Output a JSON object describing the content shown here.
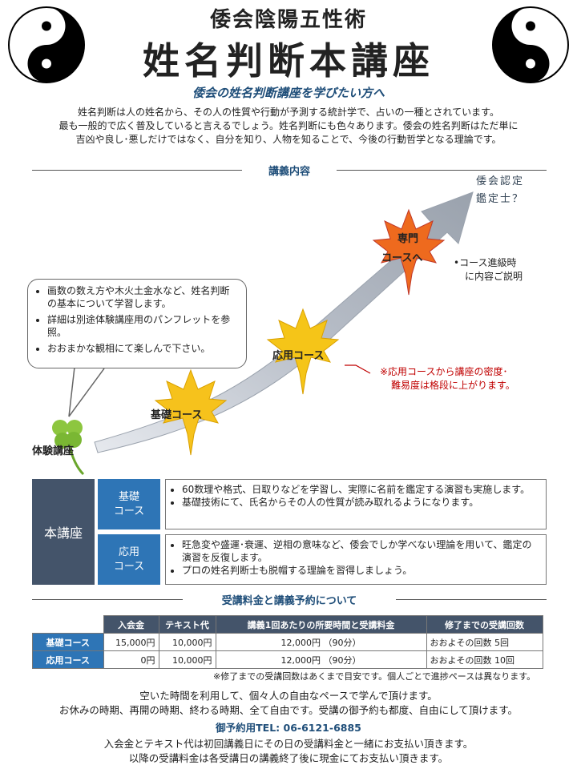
{
  "header": {
    "title_top": "倭会陰陽五性術",
    "title_main": "姓名判断本講座",
    "subtitle": "倭会の姓名判断講座を学びたい方へ"
  },
  "intro": [
    "姓名判断は人の姓名から、その人の性質や行動が予測する統計学で、占いの一種とされています。",
    "最も一般的で広く普及していると言えるでしょう。姓名判断にも色々あります。倭会の姓名判断はただ単に",
    "吉凶や良し･悪しだけではなく、自分を知り、人物を知ることで、今後の行動哲学となる理論です。"
  ],
  "section_content": "講義内容",
  "goal": [
    "倭会認定",
    "鑑定士？"
  ],
  "bubble": [
    "画数の数え方や木火土金水など、姓名判断の基本について学習します。",
    "詳細は別途体験講座用のパンフレットを参照。",
    "おおまかな観相にて楽しんで下さい。"
  ],
  "steps": {
    "trial": "体験講座",
    "basic": "基礎コース",
    "applied": "応用コース",
    "expert_line1": "専門",
    "expert_line2": "コースへ"
  },
  "side_note": [
    "•コース進級時",
    "に内容ご説明"
  ],
  "red_note": [
    "※応用コースから講座の密度･",
    "難易度は格段に上がります。"
  ],
  "courses": {
    "main_label": "本講座",
    "basic_tag": [
      "基礎",
      "コース"
    ],
    "applied_tag": [
      "応用",
      "コース"
    ],
    "basic_items": [
      "60数理や格式、日取りなどを学習し、実際に名前を鑑定する演習も実施します。",
      "基礎技術にて、氏名からその人の性質が読み取れるようになります。"
    ],
    "applied_items": [
      "旺急変や盛運･衰運、逆相の意味など、倭会でしか学べない理論を用いて、鑑定の演習を反復します。",
      "プロの姓名判断士も脱帽する理論を習得しましょう。"
    ]
  },
  "section_fee": "受講料金と講義予約について",
  "fee_table": {
    "headers": [
      "入会金",
      "テキスト代",
      "講義1回あたりの所要時間と受講料金",
      "修了までの受講回数"
    ],
    "rows": [
      {
        "name": "基礎コース",
        "cells": [
          "15,000円",
          "10,000円",
          "12,000円 （90分）",
          "おおよその回数 5回"
        ]
      },
      {
        "name": "応用コース",
        "cells": [
          "0円",
          "10,000円",
          "12,000円 （90分）",
          "おおよその回数 10回"
        ]
      }
    ]
  },
  "table_note": "※修了までの受講回数はあくまで目安です。個人ごとで進捗ペースは異なります。",
  "footer": {
    "line1": "空いた時間を利用して、個々人の自由なペースで学んで頂けます。",
    "line2": "お休みの時期、再開の時期、終わる時期、全て自由です。受講の御予約も都度、自由にして頂けます。",
    "tel": "御予約用TEL: 06-6121-6885",
    "line3": "入会金とテキスト代は初回講義日にその日の受講料金と一緒にお支払い頂きます。",
    "line4": "以降の受講料金は各受講日の講義終了後に現金にてお支払い頂きます。"
  },
  "colors": {
    "accent": "#1f4e79",
    "tag": "#2e75b6",
    "dark": "#44546a",
    "red": "#c00000"
  }
}
